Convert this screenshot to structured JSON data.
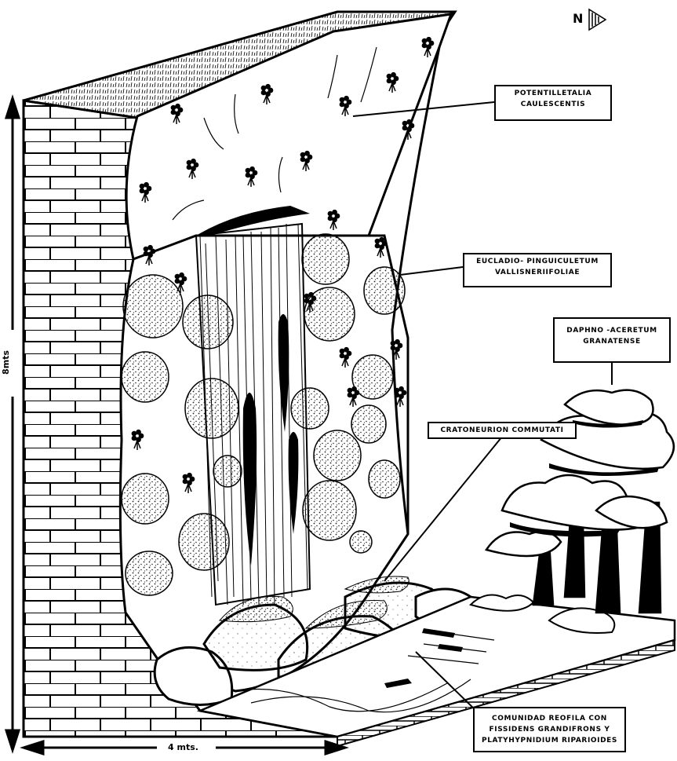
{
  "north_marker": {
    "letter": "N",
    "icon": "north-arrow-icon"
  },
  "dimensions": {
    "height_label": "8mts",
    "width_label": "4 mts."
  },
  "labels": {
    "potentilletalia": [
      "POTENTILLETALIA",
      "CAULESCENTIS"
    ],
    "eucladio": [
      "EUCLADIO- PINGUICULETUM",
      "VALLISNERIIFOLIAE"
    ],
    "daphno": [
      "DAPHNO -ACERETUM",
      "GRANATENSE"
    ],
    "cratoneurion": [
      "CRATONEURION COMMUTATI"
    ],
    "comunidad": [
      "COMUNIDAD REOFILA CON",
      "FISSIDENS GRANDIFRONS Y",
      "PLATYHYPNIDIUM RIPARIOIDES"
    ]
  },
  "colors": {
    "ink": "#000000",
    "paper": "#ffffff",
    "stipple": "#444444"
  }
}
